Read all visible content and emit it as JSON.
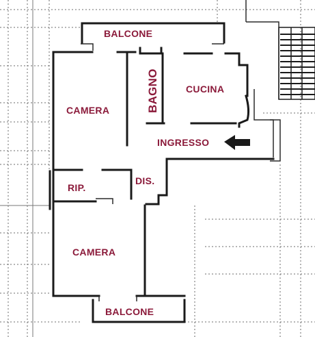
{
  "rooms": {
    "balcone_top": "BALCONE",
    "bagno": "BAGNO",
    "cucina": "CUCINA",
    "camera_top": "CAMERA",
    "ingresso": "INGRESSO",
    "rip": "RIP.",
    "dis": "DIS.",
    "camera_bottom": "CAMERA",
    "balcone_bottom": "BALCONE"
  },
  "colors": {
    "label": "#8b1a3a",
    "walls": "#1a1a1a",
    "grid": "#6b6b6b"
  },
  "icons": {
    "entrance": "entrance-arrow-icon"
  }
}
